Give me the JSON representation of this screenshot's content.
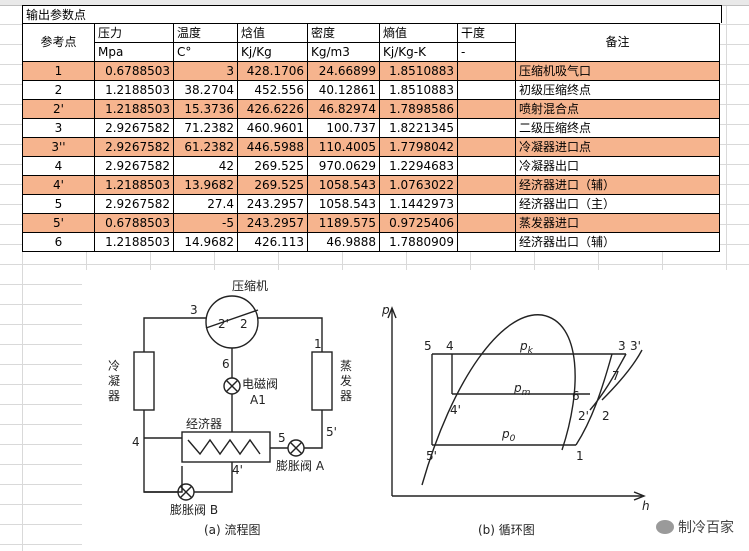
{
  "sheet": {
    "title": "输出参数点",
    "headers": {
      "point": "参考点",
      "pressure": "压力",
      "temperature": "温度",
      "enthalpy": "焓值",
      "density": "密度",
      "entropy": "熵值",
      "quality": "干度",
      "remark": "备注"
    },
    "units": {
      "pressure": "Mpa",
      "temperature": "C°",
      "enthalpy": "Kj/Kg",
      "density": "Kg/m3",
      "entropy": "Kj/Kg-K",
      "quality": "-"
    },
    "highlight_color": "#f6b48e",
    "rows": [
      {
        "point": "1",
        "p": "0.6788503",
        "t": "3",
        "h": "428.1706",
        "d": "24.66899",
        "s": "1.8510883",
        "x": "",
        "remark": "压缩机吸气口",
        "hl": true
      },
      {
        "point": "2",
        "p": "1.2188503",
        "t": "38.2704",
        "h": "452.556",
        "d": "40.12861",
        "s": "1.8510883",
        "x": "",
        "remark": "初级压缩终点",
        "hl": false
      },
      {
        "point": "2'",
        "p": "1.2188503",
        "t": "15.3736",
        "h": "426.6226",
        "d": "46.82974",
        "s": "1.7898586",
        "x": "",
        "remark": "喷射混合点",
        "hl": true
      },
      {
        "point": "3",
        "p": "2.9267582",
        "t": "71.2382",
        "h": "460.9601",
        "d": "100.737",
        "s": "1.8221345",
        "x": "",
        "remark": "二级压缩终点",
        "hl": false
      },
      {
        "point": "3''",
        "p": "2.9267582",
        "t": "61.2382",
        "h": "446.5988",
        "d": "110.4005",
        "s": "1.7798042",
        "x": "",
        "remark": "冷凝器进口点",
        "hl": true
      },
      {
        "point": "4",
        "p": "2.9267582",
        "t": "42",
        "h": "269.525",
        "d": "970.0629",
        "s": "1.2294683",
        "x": "",
        "remark": "冷凝器出口",
        "hl": false
      },
      {
        "point": "4'",
        "p": "1.2188503",
        "t": "13.9682",
        "h": "269.525",
        "d": "1058.543",
        "s": "1.0763022",
        "x": "",
        "remark": "经济器进口（辅）",
        "hl": true
      },
      {
        "point": "5",
        "p": "2.9267582",
        "t": "27.4",
        "h": "243.2957",
        "d": "1058.543",
        "s": "1.1442973",
        "x": "",
        "remark": "经济器出口（主）",
        "hl": false
      },
      {
        "point": "5'",
        "p": "0.6788503",
        "t": "-5",
        "h": "243.2957",
        "d": "1189.575",
        "s": "0.9725406",
        "x": "",
        "remark": "蒸发器进口",
        "hl": true
      },
      {
        "point": "6",
        "p": "1.2188503",
        "t": "14.9682",
        "h": "426.113",
        "d": "46.9888",
        "s": "1.7880909",
        "x": "",
        "remark": "经济器出口（辅）",
        "hl": false
      }
    ]
  },
  "flow_diagram": {
    "caption": "(a) 流程图",
    "compressor": "压缩机",
    "condenser": "冷\n凝\n器",
    "evaporator": "蒸\n发\n器",
    "economizer": "经济器",
    "solenoid_valve": "电磁阀",
    "solenoid_label": "A1",
    "expansion_valve_a": "膨胀阀 A",
    "expansion_valve_b": "膨胀阀 B",
    "points": [
      "3",
      "2'",
      "2",
      "6",
      "1",
      "4",
      "5",
      "5'",
      "4'"
    ]
  },
  "cycle_diagram": {
    "caption": "(b) 循环图",
    "y_axis": "p",
    "x_axis": "h",
    "labels": [
      "5",
      "4",
      "p_k",
      "3",
      "3'",
      "7",
      "4'",
      "p_m",
      "6",
      "2'",
      "2",
      "p_0",
      "5'",
      "1"
    ]
  },
  "watermark": {
    "text": "制冷百家",
    "icon": "wechat-icon"
  }
}
